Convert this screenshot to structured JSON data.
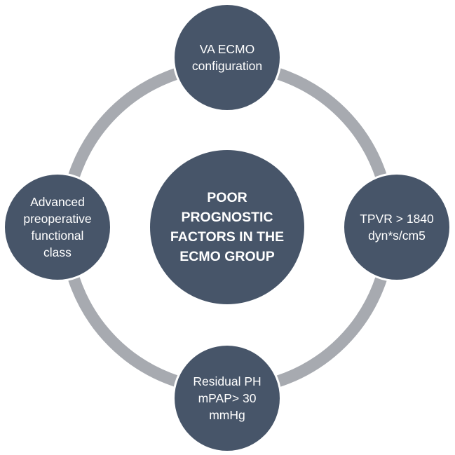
{
  "diagram": {
    "center": {
      "label": "POOR\nPROGNOSTIC\nFACTORS IN THE\nECMO GROUP"
    },
    "factors": {
      "top": "VA ECMO\nconfiguration",
      "right": "TPVR > 1840\ndyn*s/cm5",
      "bottom": "Residual PH\nmPAP> 30\nmmHg",
      "left": "Advanced\npreoperative\nfunctional\nclass"
    },
    "colors": {
      "node_fill": "#475569",
      "ring": "#a7aab0",
      "text": "#ffffff"
    }
  }
}
